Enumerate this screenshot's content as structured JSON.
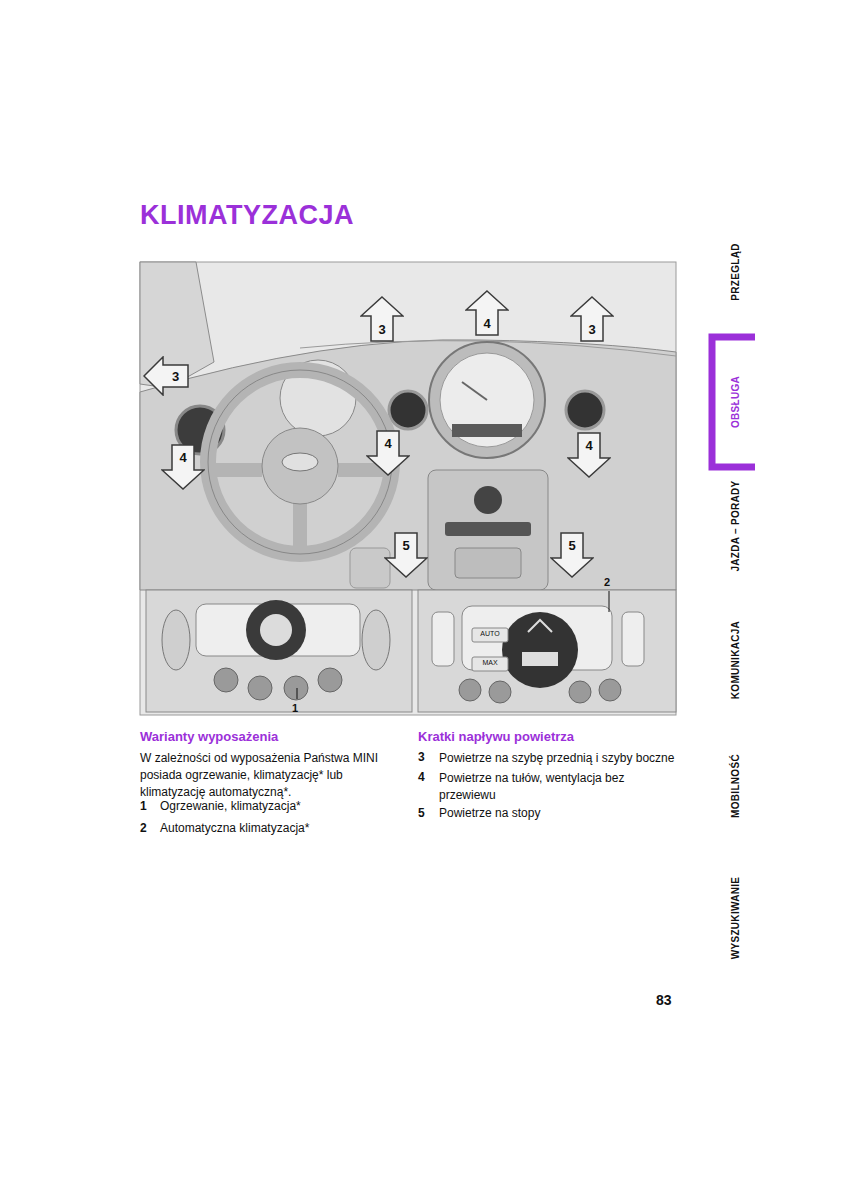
{
  "diagram": {
    "title": "KLIMATYZACJA",
    "nodes": [
      {
        "text": [
          "3"
        ]
      },
      {
        "text": [
          "4"
        ]
      },
      {
        "text": [
          "3"
        ]
      },
      {
        "text": [
          "3"
        ]
      },
      {
        "text": [
          "4"
        ]
      },
      {
        "text": [
          "4"
        ]
      },
      {
        "text": [
          "4"
        ]
      },
      {
        "text": [
          "5"
        ]
      },
      {
        "text": [
          "5"
        ]
      }
    ],
    "labels": [
      "1",
      "2",
      "AUTO",
      "MAX",
      "Warianty wyposażenia",
      "W zależności od wyposażenia Państwa MINI posiada ogrzewanie, klimatyzację* lub klimatyzację automatyczną*.",
      "1",
      "Ogrzewanie, klimatyzacja*",
      "2",
      "Automatyczna klimatyzacja*",
      "Kratki napływu powietrza",
      "3",
      "Powietrze na szybę przednią i szyby boczne",
      "4",
      "Powietrze na tułów, wentylacja bez przewiewu",
      "5",
      "Powietrze na stopy",
      "PRZEGLĄD",
      "OBSŁUGA",
      "JAZDA – PORADY",
      "KOMUNIKACJA",
      "MOBILNOŚĆ",
      "WYSZUKIWANIE",
      "83"
    ]
  }
}
